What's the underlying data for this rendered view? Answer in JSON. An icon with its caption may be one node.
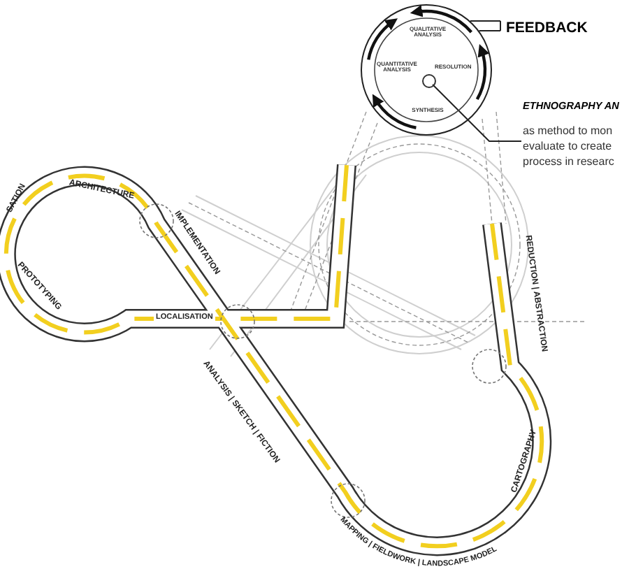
{
  "diagram": {
    "nodes": [
      {
        "text": [
          "QUALITATIVE ANALYSIS",
          "QUANTITATIVE ANALYSIS",
          "RESOLUTION",
          "SYNTHESIS"
        ]
      },
      {
        "text": [
          "FEEDBACK"
        ]
      },
      {
        "text": [
          "ETHNOGRAPHY AN",
          "as method to mon evaluate to create process in researc"
        ]
      },
      {
        "text": [],
        "shape": "circle",
        "in": 0
      }
    ],
    "edges": [
      {
        "from": 0,
        "to": 1,
        "arrow": "none"
      },
      {
        "from": 2,
        "to": 3,
        "arrow": "none"
      }
    ],
    "labels": [
      "SATION",
      "ARCHITECTURE",
      "IMPLEMENTATION",
      "PROTOTYPING",
      "LOCALISATION",
      "REDUCTION | ABSTRACTION",
      "ANALYSIS | SKETCH | FICTION",
      "CARTOGRAPHY",
      "MAPPING | FIELDWORK | LANDSCAPE MODEL"
    ]
  }
}
